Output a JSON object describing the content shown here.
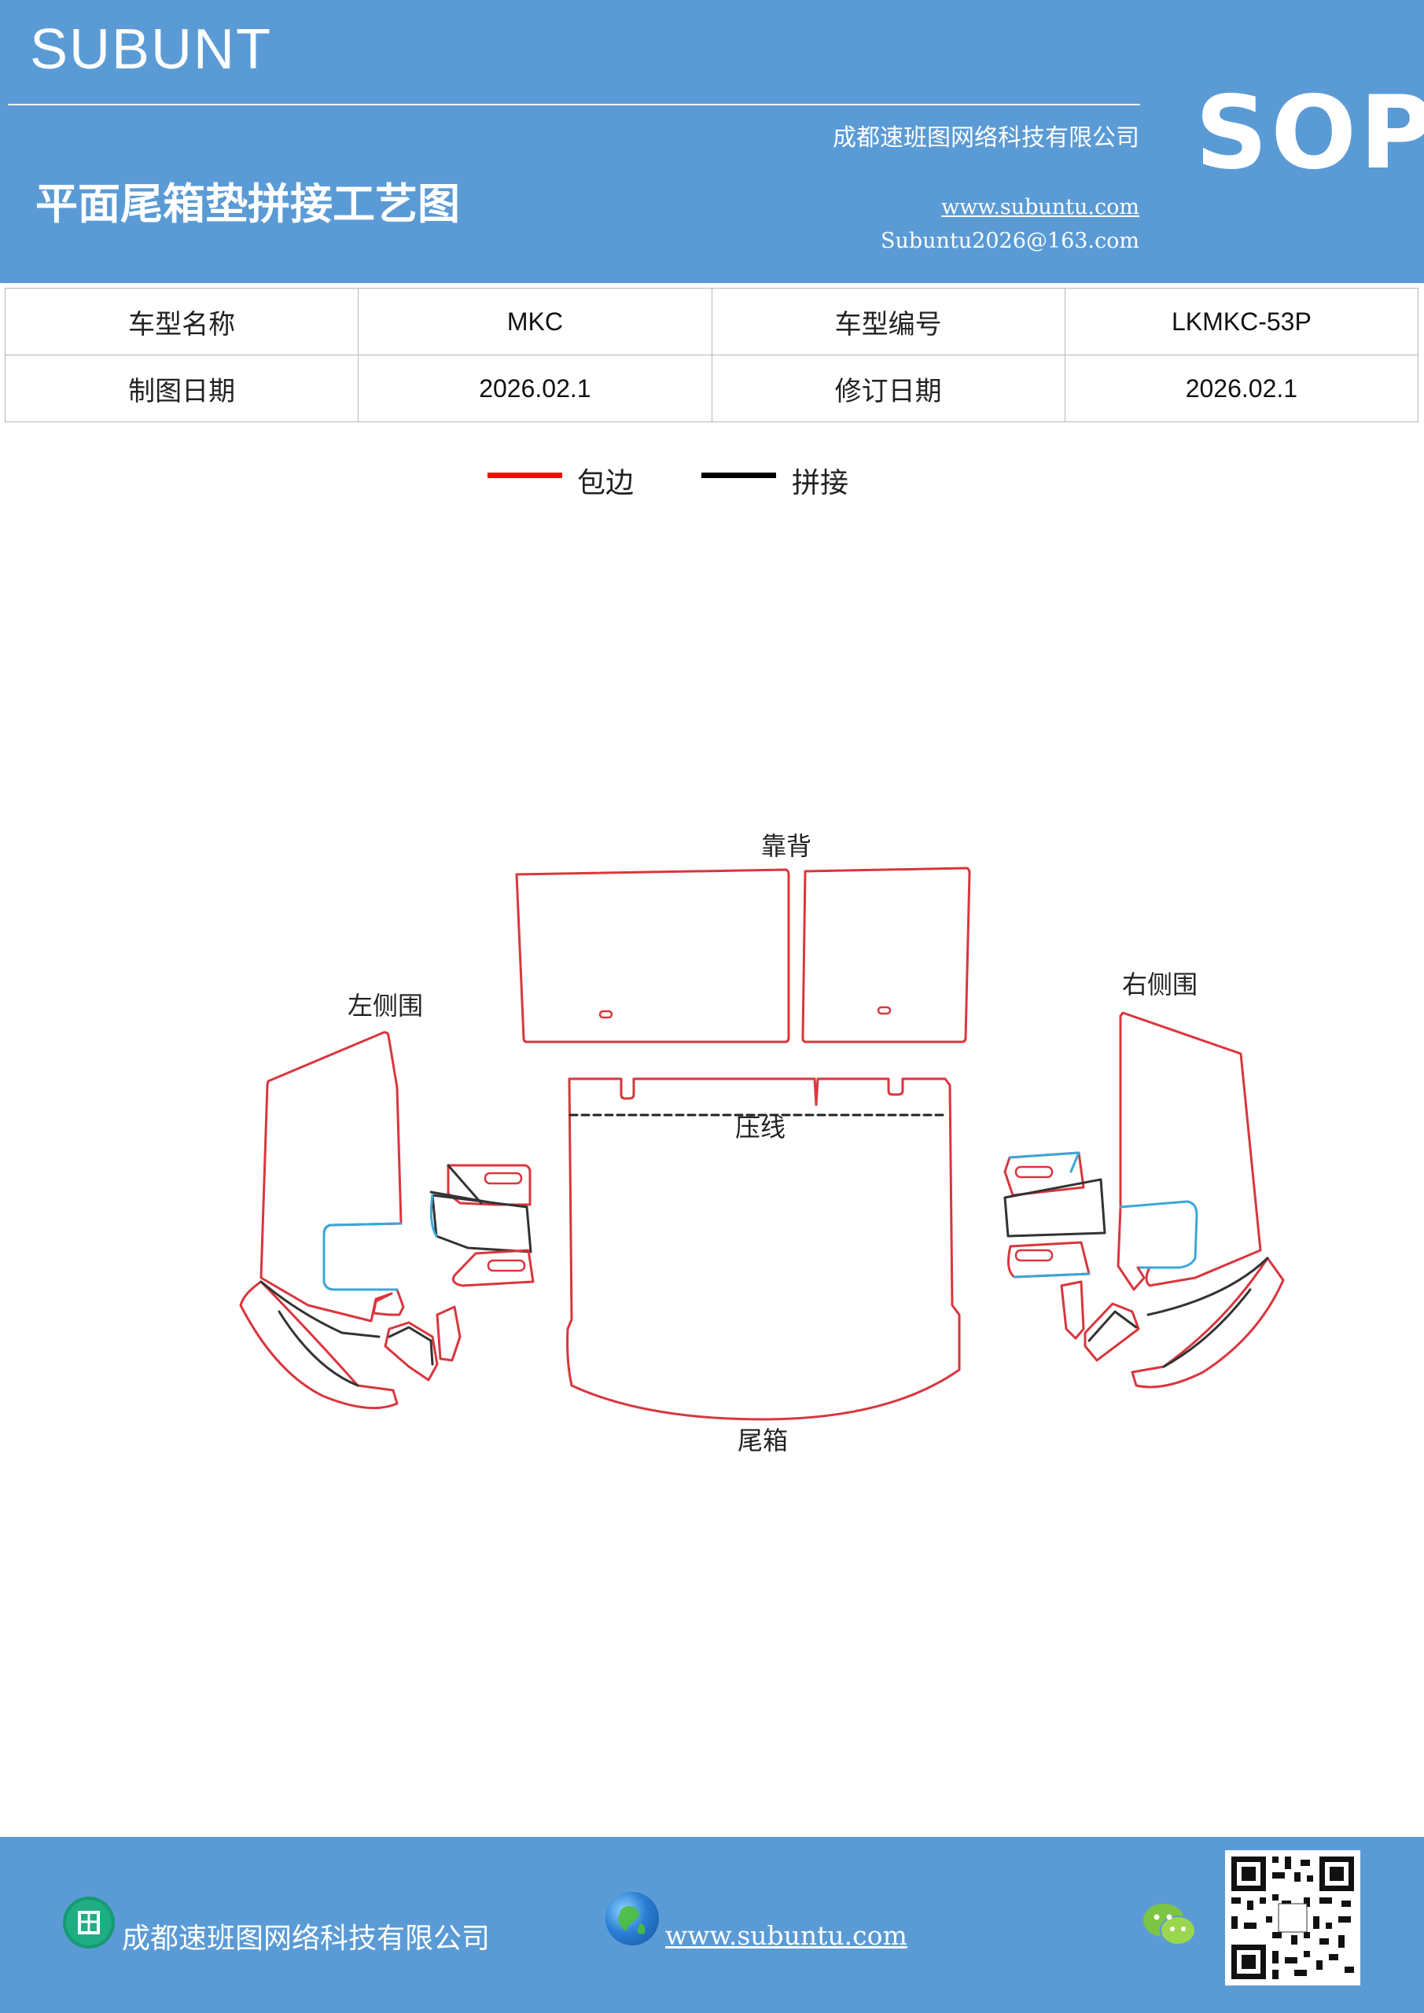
{
  "header": {
    "brand": "SUBUNT",
    "company": "成都速班图网络科技有限公司",
    "title": "平面尾箱垫拼接工艺图",
    "website": "www.subuntu.com",
    "email": "Subuntu2026@163.com",
    "badge": "SOP"
  },
  "info_table": {
    "model_name_label": "车型名称",
    "model_name_value": "MKC",
    "model_code_label": "车型编号",
    "model_code_value": "LKMKC-53P",
    "draw_date_label": "制图日期",
    "draw_date_value": "2026.02.1",
    "revise_date_label": "修订日期",
    "revise_date_value": "2026.02.1"
  },
  "legend": {
    "items": [
      {
        "label": "包边",
        "color": "#ff0000"
      },
      {
        "label": "拼接",
        "color": "#000000"
      }
    ]
  },
  "diagram": {
    "labels": {
      "backrest": "靠背",
      "left_side": "左侧围",
      "right_side": "右侧围",
      "crease": "压线",
      "trunk": "尾箱"
    },
    "colors": {
      "edge": "#d9363e",
      "seam": "#333333",
      "accent": "#3aa8d8"
    }
  },
  "footer": {
    "company": "成都速班图网络科技有限公司",
    "website": "www.subuntu.com",
    "icons": [
      "company-icon",
      "globe-icon",
      "wechat-icon",
      "qr-code"
    ]
  }
}
